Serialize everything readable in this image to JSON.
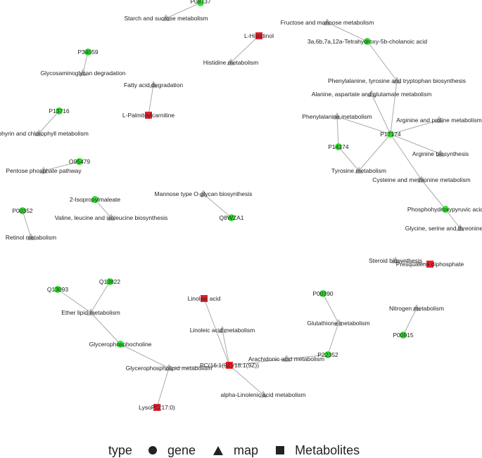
{
  "legend": {
    "title": "type",
    "gene": "gene",
    "map": "map",
    "metabolite": "Metabolites"
  },
  "colors": {
    "gene": "#33e033",
    "map": "#bbbbbb",
    "metabolite": "#e8202a",
    "edge": "#aaaaaa"
  },
  "nodes": [
    {
      "id": "P08737",
      "label": "P08737",
      "type": "gene"
    },
    {
      "id": "starch",
      "label": "Starch and sucrose metabolism",
      "type": "map"
    },
    {
      "id": "fructose",
      "label": "Fructose and mannose metabolism",
      "type": "map"
    },
    {
      "id": "tetrahydroxy",
      "label": "3a,6b,7a,12a-Tetrahydroxy-5b-cholanoic acid",
      "type": "gene"
    },
    {
      "id": "histidinol",
      "label": "L-Histidinol",
      "type": "metabolite"
    },
    {
      "id": "histidine",
      "label": "Histidine metabolism",
      "type": "map"
    },
    {
      "id": "P34059",
      "label": "P34059",
      "type": "gene"
    },
    {
      "id": "glycosaminoglycan",
      "label": "Glycosaminoglycan degradation",
      "type": "map"
    },
    {
      "id": "fattyacid",
      "label": "Fatty acid degradation",
      "type": "map"
    },
    {
      "id": "palmitoyl",
      "label": "L-Palmitoylcarnitine",
      "type": "metabolite"
    },
    {
      "id": "P13716",
      "label": "P13716",
      "type": "gene"
    },
    {
      "id": "porphyrin",
      "label": "Porphyrin and chlorophyll metabolism",
      "type": "map"
    },
    {
      "id": "O95479",
      "label": "O95479",
      "type": "gene"
    },
    {
      "id": "pentose",
      "label": "Pentose phosphate pathway",
      "type": "map"
    },
    {
      "id": "isopropylmaleate",
      "label": "2-Isopropylmaleate",
      "type": "gene"
    },
    {
      "id": "valine",
      "label": "Valine, leucine and isoleucine biosynthesis",
      "type": "map"
    },
    {
      "id": "mannose_oglycan",
      "label": "Mannose type O-glycan biosynthesis",
      "type": "map"
    },
    {
      "id": "Q8WZA1",
      "label": "Q8WZA1",
      "type": "gene"
    },
    {
      "id": "P00352",
      "label": "P00352",
      "type": "gene"
    },
    {
      "id": "retinol",
      "label": "Retinol metabolism",
      "type": "map"
    },
    {
      "id": "phetyrtrp",
      "label": "Phenylalanine, tyrosine and tryptophan biosynthesis",
      "type": "map"
    },
    {
      "id": "alanine",
      "label": "Alanine, aspartate and glutamate metabolism",
      "type": "map"
    },
    {
      "id": "phenylalanine",
      "label": "Phenylalanine metabolism",
      "type": "map"
    },
    {
      "id": "argpro",
      "label": "Arginine and proline metabolism",
      "type": "map"
    },
    {
      "id": "P17174",
      "label": "P17174",
      "type": "gene"
    },
    {
      "id": "P14174",
      "label": "P14174",
      "type": "gene"
    },
    {
      "id": "argbio",
      "label": "Arginine biosynthesis",
      "type": "map"
    },
    {
      "id": "tyrosine",
      "label": "Tyrosine metabolism",
      "type": "map"
    },
    {
      "id": "cysmet",
      "label": "Cysteine and methionine metabolism",
      "type": "map"
    },
    {
      "id": "phosphohydroxypyruvic",
      "label": "Phosphohydroxypyruvic acid",
      "type": "gene"
    },
    {
      "id": "glyserthr",
      "label": "Glycine, serine and threonine metabolism",
      "type": "map"
    },
    {
      "id": "steroid",
      "label": "Steroid biosynthesis",
      "type": "map"
    },
    {
      "id": "presqualene",
      "label": "Presqualene diphosphate",
      "type": "metabolite"
    },
    {
      "id": "Q13093",
      "label": "Q13093",
      "type": "gene"
    },
    {
      "id": "Q13822",
      "label": "Q13822",
      "type": "gene"
    },
    {
      "id": "etherlipid",
      "label": "Ether lipid metabolism",
      "type": "map"
    },
    {
      "id": "glycerophosphocholine",
      "label": "Glycerophosphocholine",
      "type": "gene"
    },
    {
      "id": "glycerophospholipid",
      "label": "Glycerophospholipid metabolism",
      "type": "map"
    },
    {
      "id": "lysopc",
      "label": "LysoPC(17:0)",
      "type": "metabolite"
    },
    {
      "id": "linoleic",
      "label": "Linoleic acid",
      "type": "metabolite"
    },
    {
      "id": "linoleicmet",
      "label": "Linoleic acid metabolism",
      "type": "map"
    },
    {
      "id": "pc",
      "label": "PC(16:1(9Z)/18:1(9Z))",
      "type": "metabolite"
    },
    {
      "id": "arachidonic",
      "label": "Arachidonic acid metabolism",
      "type": "map"
    },
    {
      "id": "alphalinolenic",
      "label": "alpha-Linolenic acid metabolism",
      "type": "map"
    },
    {
      "id": "P00390",
      "label": "P00390",
      "type": "gene"
    },
    {
      "id": "glutathione",
      "label": "Glutathione metabolism",
      "type": "map"
    },
    {
      "id": "P22352",
      "label": "P22352",
      "type": "gene"
    },
    {
      "id": "nitrogen",
      "label": "Nitrogen metabolism",
      "type": "map"
    },
    {
      "id": "P00915",
      "label": "P00915",
      "type": "gene"
    }
  ],
  "edges": [
    [
      "P08737",
      "starch"
    ],
    [
      "fructose",
      "tetrahydroxy"
    ],
    [
      "tetrahydroxy",
      "phetyrtrp"
    ],
    [
      "histidinol",
      "histidine"
    ],
    [
      "P34059",
      "glycosaminoglycan"
    ],
    [
      "fattyacid",
      "palmitoyl"
    ],
    [
      "P13716",
      "porphyrin"
    ],
    [
      "O95479",
      "pentose"
    ],
    [
      "isopropylmaleate",
      "valine"
    ],
    [
      "mannose_oglycan",
      "Q8WZA1"
    ],
    [
      "P00352",
      "retinol"
    ],
    [
      "P17174",
      "phetyrtrp"
    ],
    [
      "P17174",
      "alanine"
    ],
    [
      "P17174",
      "phenylalanine"
    ],
    [
      "P17174",
      "argpro"
    ],
    [
      "P17174",
      "argbio"
    ],
    [
      "P17174",
      "tyrosine"
    ],
    [
      "P17174",
      "cysmet"
    ],
    [
      "P14174",
      "phenylalanine"
    ],
    [
      "P14174",
      "tyrosine"
    ],
    [
      "cysmet",
      "phosphohydroxypyruvic"
    ],
    [
      "phosphohydroxypyruvic",
      "glyserthr"
    ],
    [
      "steroid",
      "presqualene"
    ],
    [
      "Q13093",
      "etherlipid"
    ],
    [
      "Q13822",
      "etherlipid"
    ],
    [
      "etherlipid",
      "glycerophosphocholine"
    ],
    [
      "glycerophosphocholine",
      "glycerophospholipid"
    ],
    [
      "glycerophospholipid",
      "lysopc"
    ],
    [
      "glycerophospholipid",
      "pc"
    ],
    [
      "linoleic",
      "pc"
    ],
    [
      "linoleicmet",
      "pc"
    ],
    [
      "pc",
      "arachidonic"
    ],
    [
      "pc",
      "alphalinolenic"
    ],
    [
      "arachidonic",
      "P22352"
    ],
    [
      "P00390",
      "glutathione"
    ],
    [
      "glutathione",
      "P22352"
    ],
    [
      "nitrogen",
      "P00915"
    ]
  ]
}
